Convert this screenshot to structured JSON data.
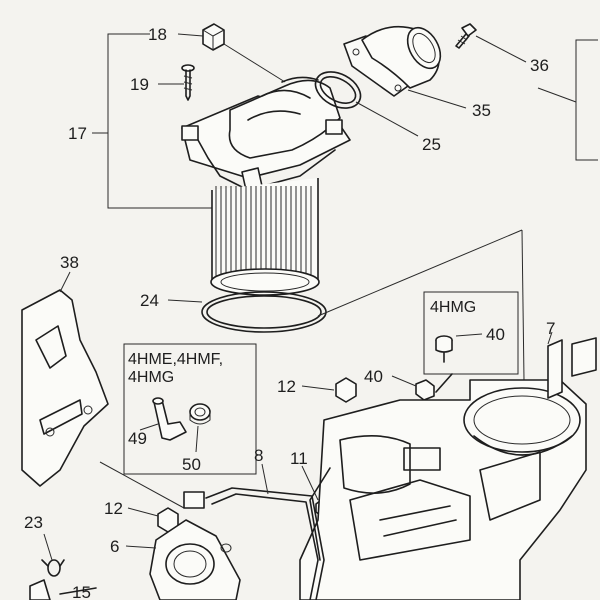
{
  "callouts": {
    "n6": "6",
    "n7": "7",
    "n8": "8",
    "n11": "11",
    "n12a": "12",
    "n12b": "12",
    "n15": "15",
    "n17": "17",
    "n18": "18",
    "n19": "19",
    "n23": "23",
    "n24": "24",
    "n25": "25",
    "n35": "35",
    "n36": "36",
    "n38": "38",
    "n40a": "40",
    "n40b": "40",
    "n49": "49",
    "n50": "50"
  },
  "boxes": {
    "model_box_a": {
      "label": "4HMG"
    },
    "model_box_b": {
      "line1": "4HME,4HMF,",
      "line2": "4HMG"
    }
  }
}
